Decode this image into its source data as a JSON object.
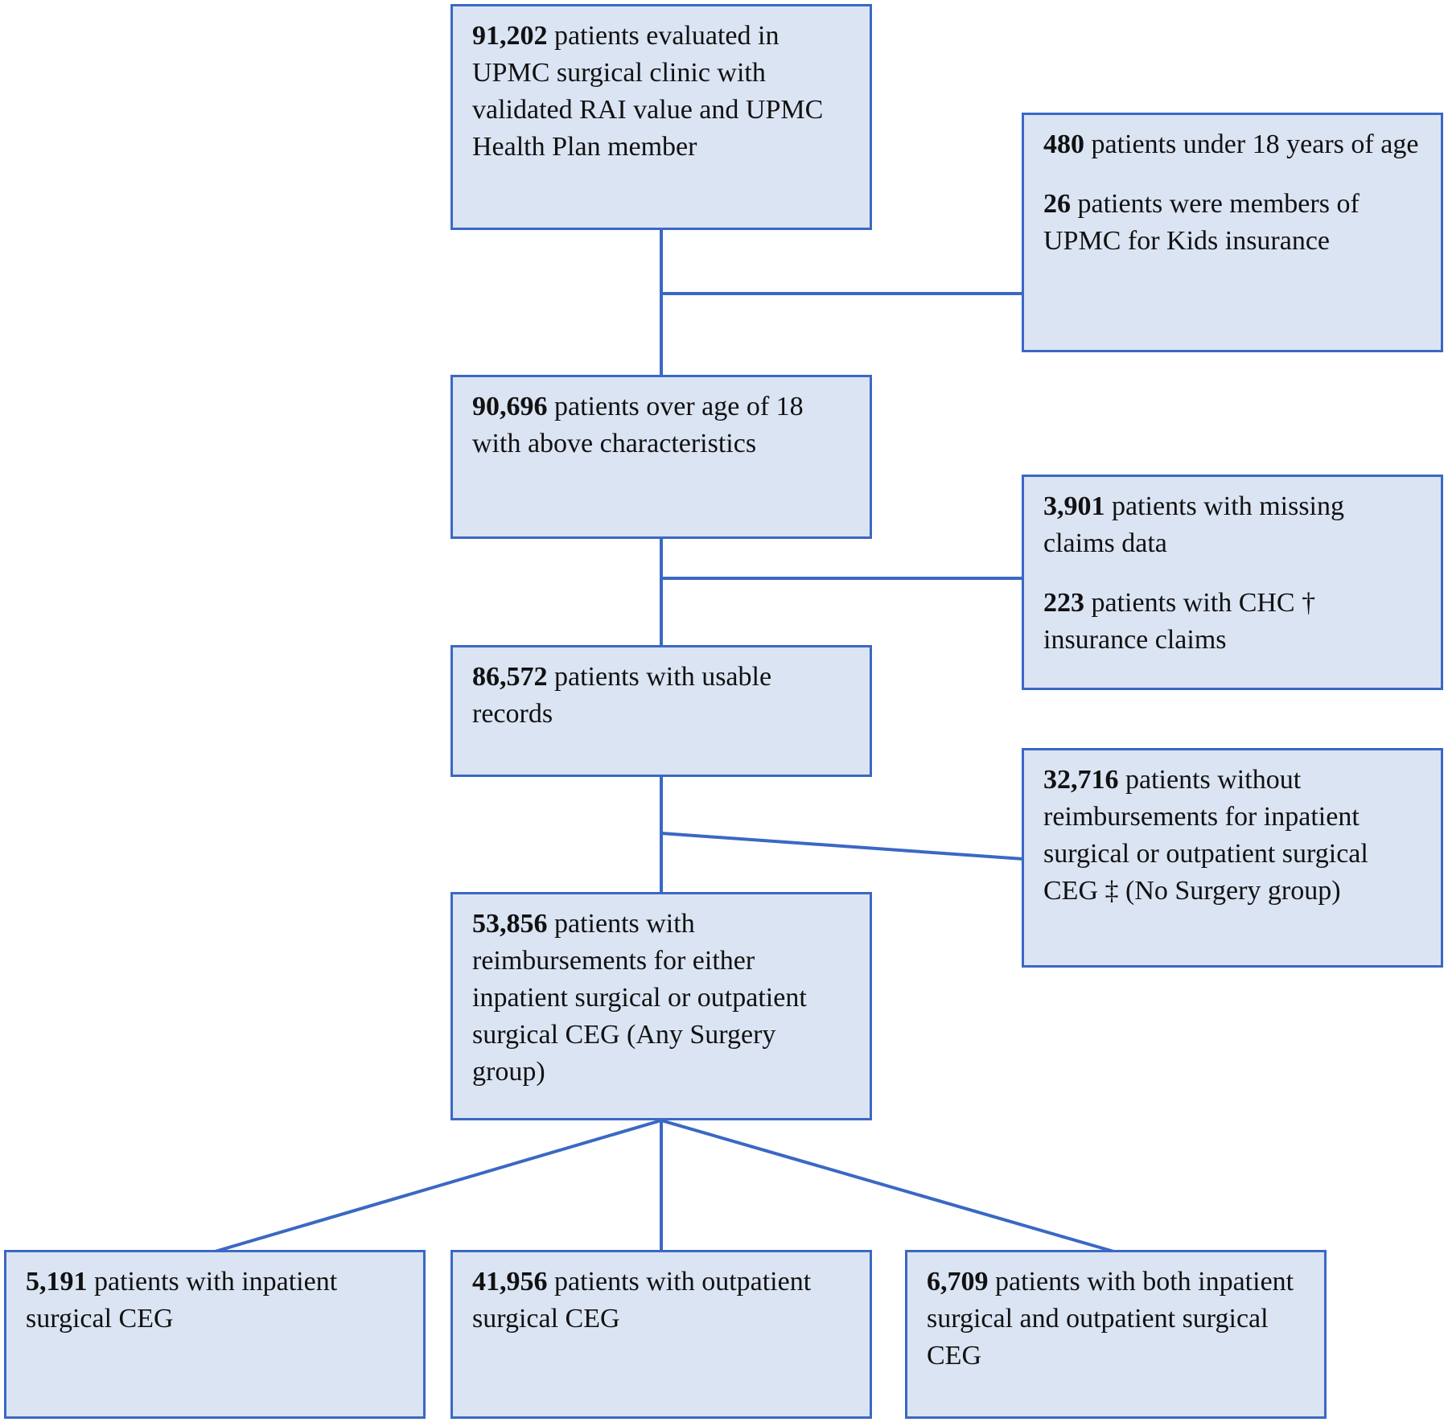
{
  "colors": {
    "box_fill": "#dbe4f3",
    "box_border": "#3a68c4",
    "line": "#3a68c4",
    "text": "#111111"
  },
  "boxes": {
    "start": {
      "count": "91,202",
      "text": "patients evaluated in UPMC surgical clinic with validated RAI value and UPMC Health Plan member"
    },
    "exclusion_age": {
      "count_a": "480",
      "text_a": "patients under 18 years of age",
      "count_b": "26",
      "text_b": "patients were members of UPMC for Kids insurance"
    },
    "adults": {
      "count": "90,696",
      "text": "patients over age of 18 with above characteristics"
    },
    "exclusion_claims": {
      "count_a": "3,901",
      "text_a": "patients with missing claims data",
      "count_b": "223",
      "text_b": "patients with CHC † insurance claims"
    },
    "usable": {
      "count": "86,572",
      "text": "patients with usable records"
    },
    "no_surgery": {
      "count": "32,716",
      "text": "patients without reimbursements for inpatient surgical or outpatient surgical CEG ‡ (No Surgery group)"
    },
    "any_surgery": {
      "count": "53,856",
      "text": "patients with reimbursements for either inpatient surgical or outpatient surgical CEG (Any Surgery group)"
    },
    "inpatient": {
      "count": "5,191",
      "text": "patients with inpatient surgical CEG"
    },
    "outpatient": {
      "count": "41,956",
      "text": "patients with outpatient surgical CEG"
    },
    "both": {
      "count": "6,709",
      "text": "patients with both inpatient surgical and outpatient surgical CEG"
    }
  }
}
